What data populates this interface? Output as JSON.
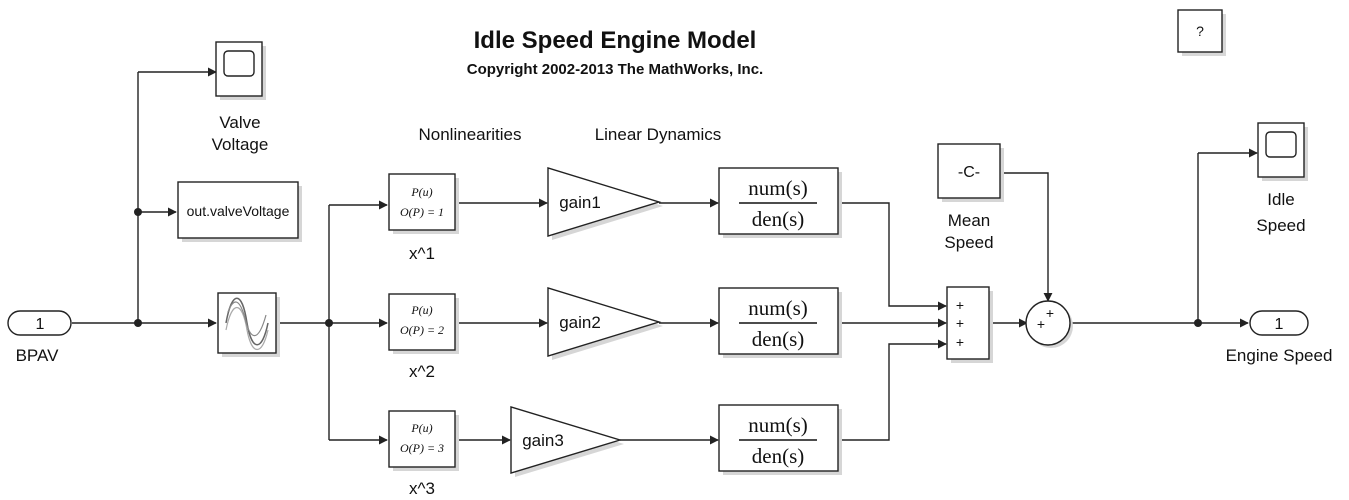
{
  "header": {
    "title": "Idle Speed Engine Model",
    "copyright": "Copyright 2002-2013 The MathWorks, Inc."
  },
  "help_button": {
    "label": "?"
  },
  "section_labels": {
    "nonlinearities": "Nonlinearities",
    "linear_dynamics": "Linear Dynamics"
  },
  "inport": {
    "number": "1",
    "name": "BPAV"
  },
  "scope_valve": {
    "line1": "Valve",
    "line2": "Voltage"
  },
  "to_workspace": {
    "label": "out.valveVoltage"
  },
  "polys": [
    {
      "p": "P(u)",
      "order": "O(P) = 1",
      "name": "x^1"
    },
    {
      "p": "P(u)",
      "order": "O(P) = 2",
      "name": "x^2"
    },
    {
      "p": "P(u)",
      "order": "O(P) = 3",
      "name": "x^3"
    }
  ],
  "gains": [
    "gain1",
    "gain2",
    "gain3"
  ],
  "tfs": [
    {
      "num": "num(s)",
      "den": "den(s)"
    },
    {
      "num": "num(s)",
      "den": "den(s)"
    },
    {
      "num": "num(s)",
      "den": "den(s)"
    }
  ],
  "constant": {
    "value": "-C-",
    "line1": "Mean",
    "line2": "Speed"
  },
  "sum3": {
    "signs": [
      "+",
      "+",
      "+"
    ]
  },
  "sum2": {
    "signs": [
      "+",
      "+"
    ]
  },
  "scope_idle": {
    "line1": "Idle",
    "line2": "Speed"
  },
  "outport": {
    "number": "1",
    "name": "Engine Speed"
  }
}
